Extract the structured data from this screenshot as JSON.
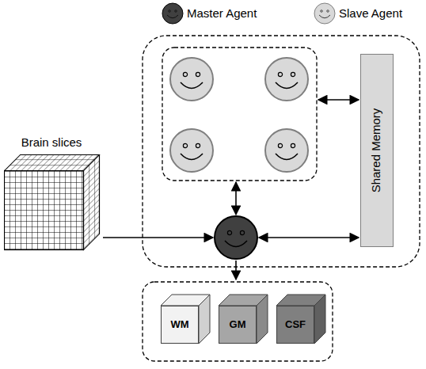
{
  "diagram": {
    "nodes": [
      {
        "text": [
          "Shared Memory"
        ]
      },
      {
        "text": [
          "Brain slices"
        ]
      },
      {
        "text": [
          "WM"
        ]
      },
      {
        "text": [
          "GM"
        ]
      },
      {
        "text": [
          "CSF"
        ]
      }
    ],
    "legend": [
      {
        "text": "Master Agent"
      },
      {
        "text": "Slave Agent"
      }
    ]
  }
}
